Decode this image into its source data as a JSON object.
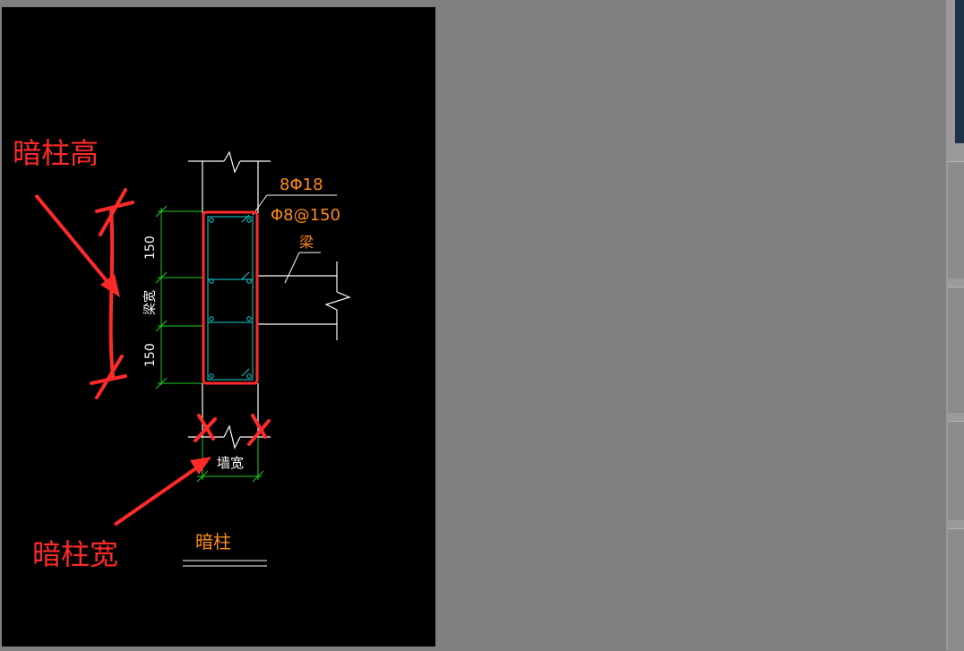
{
  "drawing": {
    "rebar_main": "8Φ18",
    "stirrup": "Φ8@150",
    "beam_label": "梁",
    "dim_150_top": "150",
    "dim_beam_width": "梁宽",
    "dim_150_bottom": "150",
    "dim_wall_width": "墙宽",
    "title": "暗柱"
  },
  "annotations": {
    "height_label": "暗柱高",
    "width_label": "暗柱宽"
  },
  "colors": {
    "background_canvas": "#000000",
    "viewer_background": "#808080",
    "annotation_red": "#ff2a2a",
    "cad_orange": "#ff8c1a",
    "cad_green": "#22cc22",
    "cad_cyan": "#19d4d4",
    "cad_white": "#ffffff"
  }
}
